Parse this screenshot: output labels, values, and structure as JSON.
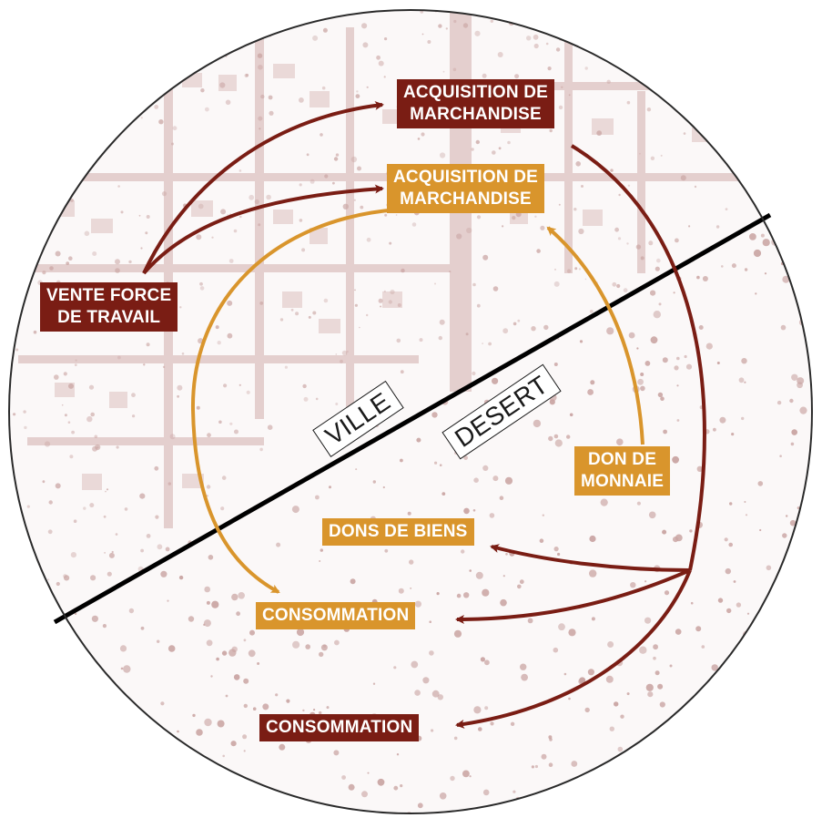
{
  "colors": {
    "dark": "#7a1d14",
    "gold": "#d9952c",
    "texture": "#c9a4a2",
    "divider": "#000000",
    "outline": "#2a2a2a"
  },
  "zones": {
    "city": "VILLE",
    "desert": "DESERT"
  },
  "labels": {
    "acq_dark": [
      "ACQUISITION DE",
      "MARCHANDISE"
    ],
    "acq_gold": [
      "ACQUISITION DE",
      "MARCHANDISE"
    ],
    "vente": [
      "VENTE FORCE",
      "DE TRAVAIL"
    ],
    "don_monnaie": [
      "DON DE",
      "MONNAIE"
    ],
    "dons_biens": "DONS DE BIENS",
    "conso_gold": "CONSOMMATION",
    "conso_dark": "CONSOMMATION"
  }
}
